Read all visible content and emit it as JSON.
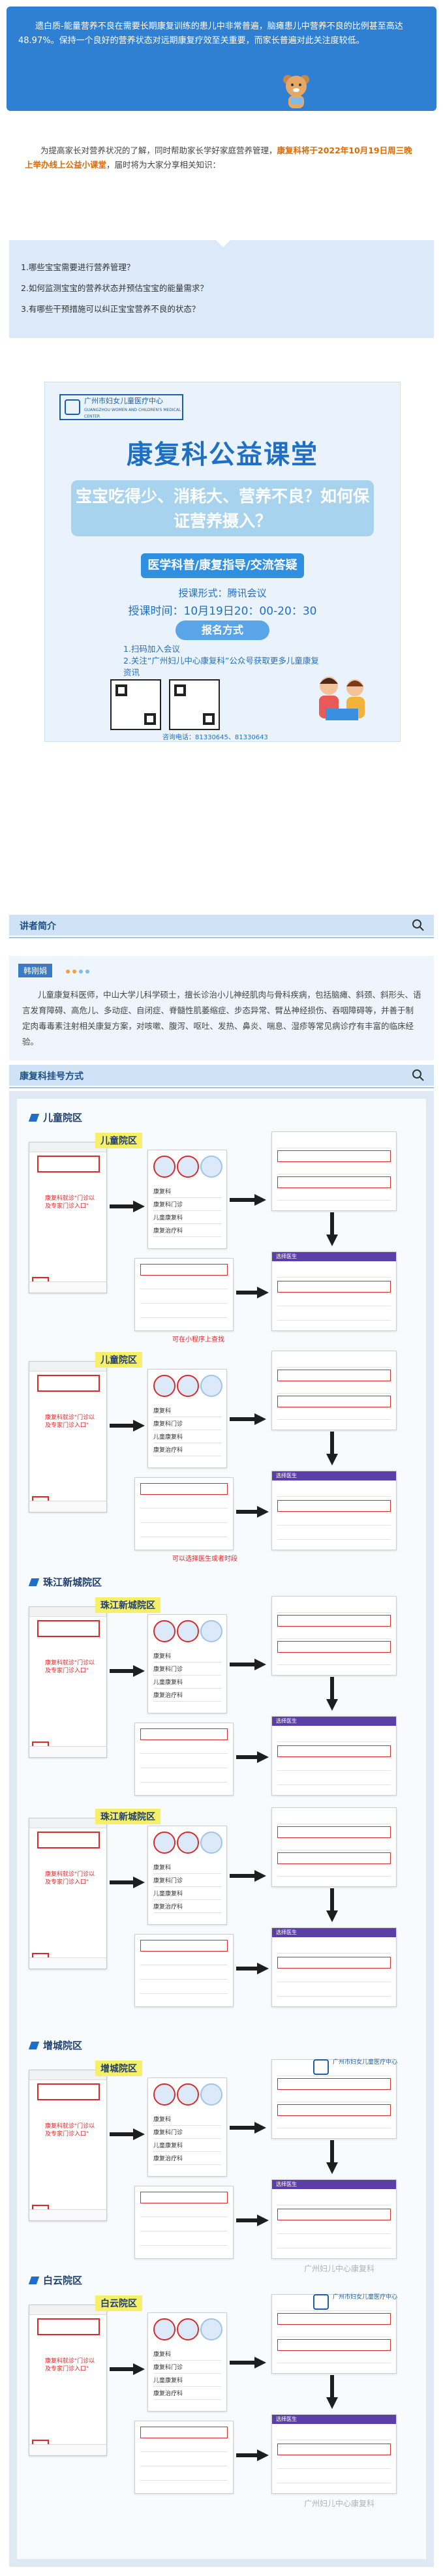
{
  "intro": {
    "text": "遗白质-能量营养不良在需要长期康复训练的患儿中非常普遍，脑瘫患儿中营养不良的比例甚至高达48.97%。保持一个良好的营养状态对远期康复疗效至关重要，而家长普遍对此关注度较低。"
  },
  "paragraph": {
    "prefix": "为提高家长对营养状况的了解，同时帮助家长学好家庭营养管理，",
    "highlight": "康复科将于2022年10月19日周三晚上举办线上公益小课堂",
    "suffix": "，届时将为大家分享相关知识："
  },
  "questions": [
    "1.哪些宝宝需要进行营养管理？",
    "2.如何监测宝宝的营养状态并预估宝宝的能量需求？",
    "3.有哪些干预措施可以纠正宝宝营养不良的状态？"
  ],
  "poster": {
    "logo_line1": "广州市妇女儿童医疗中心",
    "logo_line2": "GUANGZHOU WOMEN AND CHILDREN'S MEDICAL CENTER",
    "title": "康复科公益课堂",
    "subtitle": "宝宝吃得少、消耗大、营养不良？如何保证营养摄入？",
    "pill": "医学科普/康复指导/交流答疑",
    "platform": "授课形式：腾讯会议",
    "time": "授课时间：10月19日20：00-20：30",
    "register": "报名方式",
    "steps": [
      "1.扫码加入会议",
      "2.关注“广州妇儿中心康复科”公众号获取更多儿童康复资讯"
    ],
    "tel": "咨询电话：81330645、81330643"
  },
  "section_speaker": {
    "title": "讲者简介"
  },
  "doctor": {
    "name": "韩刚娟",
    "bio": "儿童康复科医师，中山大学儿科学硕士，擅长诊治小儿神经肌肉与骨科疾病，包括脑瘫、斜颈、斜形头、语言发育障碍、高危儿、多动症、自闭症、脊髓性肌萎缩症、步态异常、臂丛神经损伤、吞咽障碍等，并善于制定肉毒毒素注射相关康复方案，对咳嗽、腹泻、呕吐、发热、鼻炎、喘息、湿疹等常见病诊疗有丰富的临床经验。"
  },
  "section_register": {
    "title": "康复科挂号方式"
  },
  "campuses": [
    {
      "name": "儿童院区",
      "label": "儿童院区",
      "note": "康复科就诊\"门诊以及专家门诊入口\"",
      "tip": "可在小程序上查找"
    },
    {
      "name": "儿童院区",
      "label": "儿童院区",
      "note": "康复科就诊\"门诊以及专家门诊入口\"",
      "tip": "可以选择医生或者时段"
    },
    {
      "name": "珠江新城院区",
      "label": "珠江新城院区",
      "note": "康复科就诊\"门诊以及专家门诊入口\"",
      "tip": ""
    },
    {
      "name": "珠江新城院区",
      "label": "珠江新城院区",
      "note": "康复科就诊\"门诊以及专家门诊入口\"",
      "tip": ""
    },
    {
      "name": "增城院区",
      "label": "增城院区",
      "note": "康复科就诊\"门诊以及专家门诊入口\"",
      "tip": ""
    },
    {
      "name": "白云院区",
      "label": "白云院区",
      "note": "康复科就诊\"门诊以及专家门诊入口\"",
      "tip": ""
    }
  ],
  "panel_rows": [
    "康复科",
    "康复科门诊",
    "儿童康复科",
    "康复治疗科"
  ],
  "purple_header": "选择医生",
  "watermark": "广州妇儿中心康复科",
  "icons": {
    "search": "search-icon",
    "bear": "bear-icon",
    "arrow": "arrow-icon"
  },
  "colors": {
    "primary": "#2f7fd3",
    "accent": "#e06a00",
    "red": "#d52b2b"
  }
}
